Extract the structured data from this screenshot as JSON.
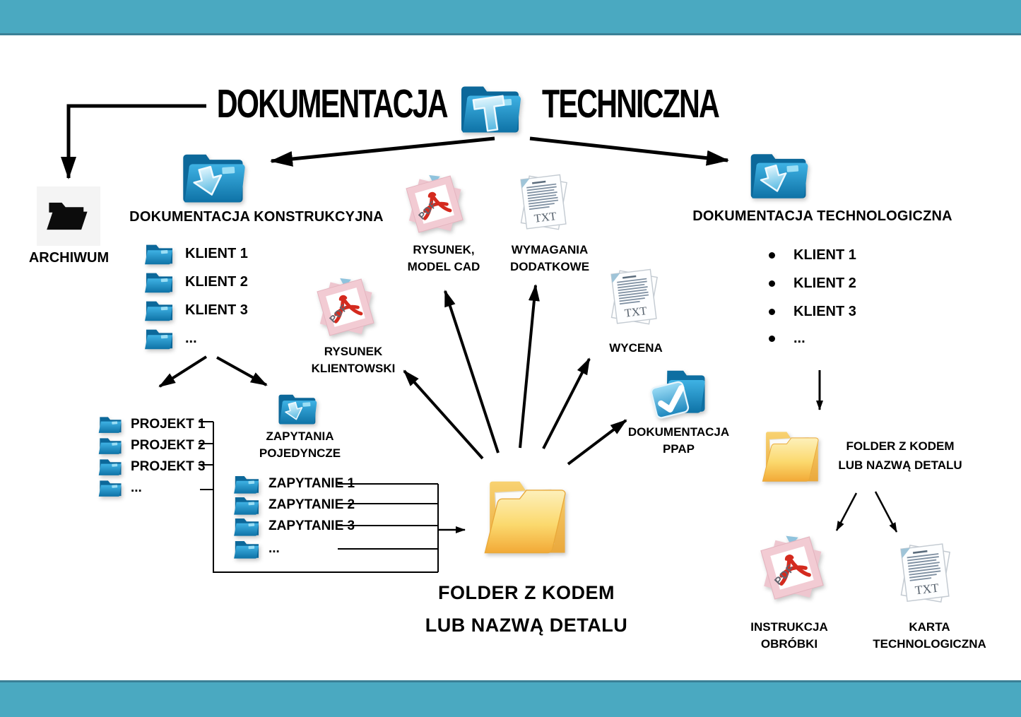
{
  "page": {
    "background": "#ffffff",
    "accent_bar_color": "#4aa9c1",
    "accent_bar_border": "#3b8096"
  },
  "title": {
    "left": "DOKUMENTACJA",
    "right": "TECHNICZNA",
    "icon": "blue-folder-t-icon"
  },
  "archive": {
    "label": "ARCHIWUM",
    "icon": "black-open-folder-icon"
  },
  "construction": {
    "label": "DOKUMENTACJA KONSTRUKCYJNA",
    "icon": "blue-folder-download-icon",
    "clients": [
      "KLIENT 1",
      "KLIENT 2",
      "KLIENT 3",
      "..."
    ],
    "projects": [
      "PROJEKT 1",
      "PROJEKT 2",
      "PROJEKT 3",
      "..."
    ],
    "inquiries_folder": {
      "label_line1": "ZAPYTANIA",
      "label_line2": "POJEDYNCZE",
      "icon": "blue-folder-download-icon"
    },
    "inquiries": [
      "ZAPYTANIE 1",
      "ZAPYTANIE 2",
      "ZAPYTANIE 3",
      "..."
    ]
  },
  "center_folder": {
    "label_line1": "FOLDER Z KODEM",
    "label_line2": "LUB NAZWĄ DETALU",
    "icon": "yellow-folder-icon"
  },
  "folder_contents": [
    {
      "label_line1": "RYSUNEK",
      "label_line2": "KLIENTOWSKI",
      "icon": "pdf-file-icon"
    },
    {
      "label_line1": "RYSUNEK,",
      "label_line2": "MODEL CAD",
      "icon": "pdf-file-icon"
    },
    {
      "label_line1": "WYMAGANIA",
      "label_line2": "DODATKOWE",
      "icon": "txt-file-icon"
    },
    {
      "label_line1": "WYCENA",
      "label_line2": "",
      "icon": "txt-file-icon"
    },
    {
      "label_line1": "DOKUMENTACJA",
      "label_line2": "PPAP",
      "icon": "blue-folder-check-icon"
    }
  ],
  "technology": {
    "label": "DOKUMENTACJA TECHNOLOGICZNA",
    "icon": "blue-folder-download-icon",
    "clients": [
      "KLIENT 1",
      "KLIENT 2",
      "KLIENT 3",
      "..."
    ],
    "code_folder": {
      "label_line1": "FOLDER Z KODEM",
      "label_line2": "LUB NAZWĄ DETALU",
      "icon": "yellow-folder-icon"
    },
    "outputs": [
      {
        "label_line1": "INSTRUKCJA",
        "label_line2": "OBRÓBKI",
        "icon": "pdf-file-icon"
      },
      {
        "label_line1": "KARTA",
        "label_line2": "TECHNOLOGICZNA",
        "icon": "txt-file-icon"
      }
    ]
  },
  "icons": {
    "pdf_label": "PDF",
    "txt_label": "TXT"
  }
}
